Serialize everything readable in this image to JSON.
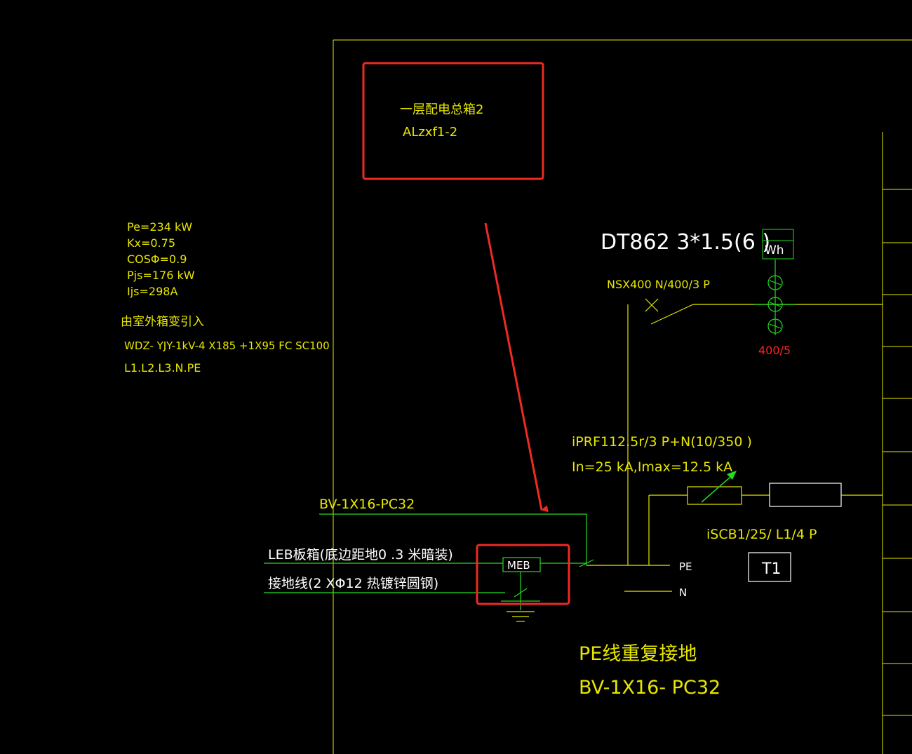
{
  "colors": {
    "background": "#000000",
    "yellow": "#e6e600",
    "green": "#22dd22",
    "red": "#ff2222",
    "white": "#ffffff",
    "annotation": "#ee2a24"
  },
  "title_box": {
    "line1": "一层配电总箱2",
    "line2": "ALzxf1-2"
  },
  "load_calc": {
    "pe": "Pe=234 kW",
    "kx": "Kx=0.75",
    "cos": "COSΦ=0.9",
    "pjs": "Pjs=176 kW",
    "ijs": "Ijs=298A"
  },
  "incoming": {
    "source": "由室外箱变引入",
    "cable": "WDZ- YJY-1kV-4 X185 +1X95  FC  SC100",
    "phases": "L1.L2.L3.N.PE"
  },
  "meter": {
    "model": "DT862  3*1.5(6 )",
    "symbol": "Wh"
  },
  "main_breaker": {
    "model": "NSX400 N/400/3 P"
  },
  "ct": {
    "ratio": "400/5"
  },
  "spd": {
    "model": "iPRF112.5r/3 P+N(10/350 )",
    "ratings": "In=25 kA,Imax=12.5 kA"
  },
  "scb": {
    "model": "iSCB1/25/ L1/4 P",
    "type": "T1"
  },
  "grounding": {
    "bv_top": "BV-1X16-PC32",
    "leb": "LEB板箱(底边距地0 .3 米暗装)",
    "earth_wire": "接地线(2 XΦ12 热镀锌圆钢)",
    "meb": "MEB",
    "pe": "PE",
    "n": "N"
  },
  "pe_note": {
    "line1": "PE线重复接地",
    "line2": "BV-1X16- PC32"
  }
}
